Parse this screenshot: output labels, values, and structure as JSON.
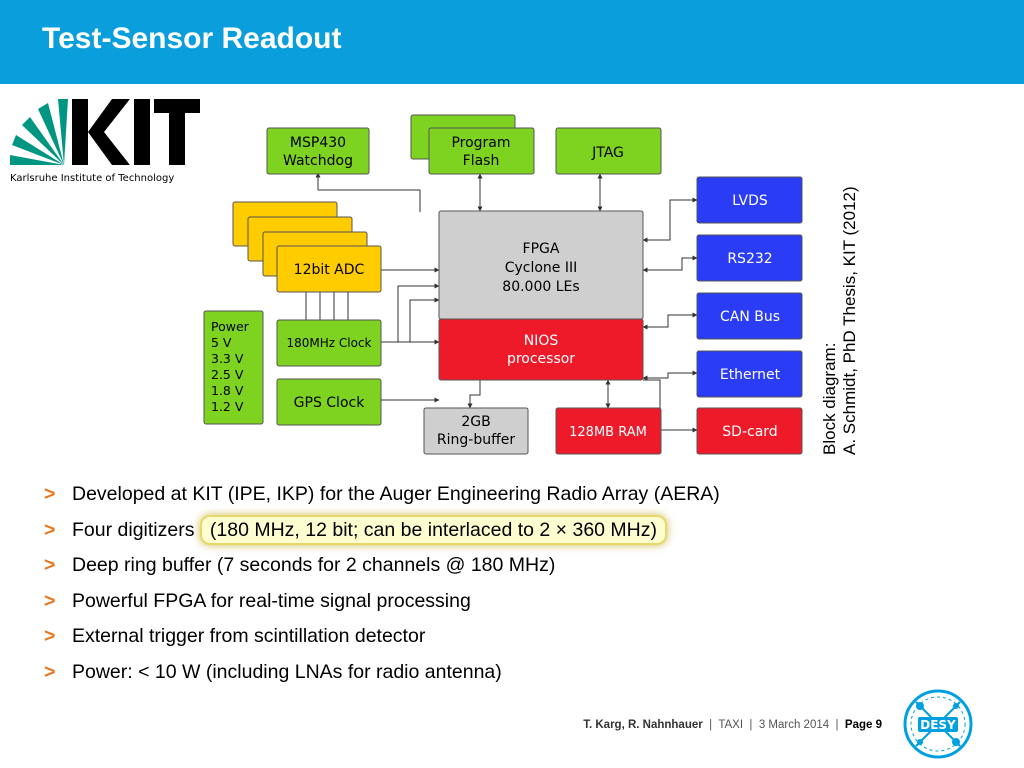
{
  "slide": {
    "title": "Test-Sensor Readout"
  },
  "kit_logo": {
    "wordmark": "KIT",
    "subtitle": "Karlsruhe Institute of Technology"
  },
  "diagram": {
    "boxes": {
      "msp430": [
        "MSP430",
        "Watchdog"
      ],
      "program_flash": [
        "Program",
        "Flash"
      ],
      "jtag": "JTAG",
      "lvds": "LVDS",
      "rs232": "RS232",
      "can_bus": "CAN Bus",
      "ethernet": "Ethernet",
      "sd_card": "SD-card",
      "fpga": [
        "FPGA",
        "Cyclone III",
        "80.000 LEs"
      ],
      "nios": [
        "NIOS",
        "processor"
      ],
      "adc": "12bit ADC",
      "clock_180": "180MHz Clock",
      "gps_clock": "GPS Clock",
      "power": [
        "Power",
        "5 V",
        "3.3 V",
        "2.5 V",
        "1.8 V",
        "1.2 V"
      ],
      "ring_buffer": [
        "2GB",
        "Ring-buffer"
      ],
      "ram": "128MB RAM"
    },
    "colors": {
      "green": "#7ed321",
      "yellow": "#ffcc00",
      "blue": "#2a3cf5",
      "red": "#ee1a2a",
      "gray": "#cfcfcf"
    }
  },
  "credit": {
    "line1": "Block diagram:",
    "line2": "A. Schmidt, PhD Thesis, KIT (2012)"
  },
  "bullets": {
    "marker": ">",
    "items": [
      "Developed at KIT (IPE, IKP) for the Auger Engineering Radio Array (AERA)",
      "Four digitizers",
      "Deep ring buffer (7 seconds for 2 channels @ 180 MHz)",
      "Powerful FPGA for real-time signal processing",
      "External trigger from scintillation detector",
      "Power: < 10 W (including LNAs for radio antenna)"
    ],
    "highlight": "(180 MHz, 12 bit; can be interlaced to 2 × 360 MHz)"
  },
  "footer": {
    "authors": "T. Karg, R. Nahnhauer",
    "sep1": "|",
    "event": "TAXI",
    "sep2": "|",
    "date": "3 March 2014",
    "sep3": "|",
    "page": "Page 9"
  },
  "desy_logo": {
    "text": "DESY"
  }
}
